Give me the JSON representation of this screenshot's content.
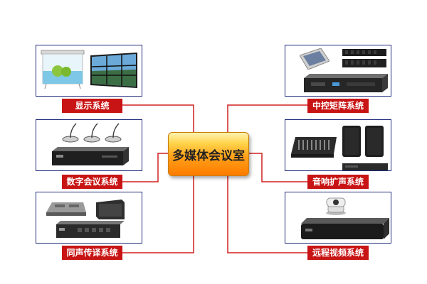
{
  "center": {
    "title": "多媒体会议室"
  },
  "systems": {
    "display": {
      "label": "显示系统"
    },
    "central_matrix": {
      "label": "中控矩阵系统"
    },
    "digital_conference": {
      "label": "数字会议系统"
    },
    "audio_pa": {
      "label": "音响扩声系统"
    },
    "simultaneous_interpretation": {
      "label": "同声传译系统"
    },
    "remote_video": {
      "label": "远程视频系统"
    }
  },
  "colors": {
    "label_bg": "#c81414",
    "connector": "#d02020",
    "panel_border": "#1e2a78",
    "center_top": "#ffd44a",
    "center_bottom": "#ff7b00"
  }
}
